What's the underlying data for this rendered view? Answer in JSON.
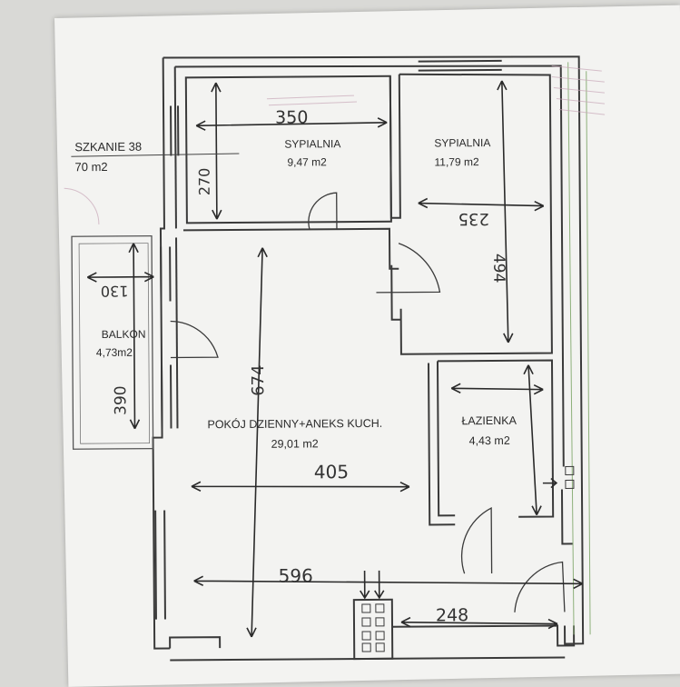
{
  "header": {
    "label_left": "SZKANIE 38",
    "label_area": "70 m2"
  },
  "rooms": {
    "bedroom1": {
      "name": "SYPIALNIA",
      "area": "9,47  m2",
      "dim_w": "350",
      "dim_h": "270"
    },
    "bedroom2": {
      "name": "SYPIALNIA",
      "area": "11,79  m2",
      "dim_w": "235",
      "dim_h": "494"
    },
    "balcony": {
      "name": "BALKON",
      "area": "4,73m2",
      "dim_w": "130",
      "dim_h": "390"
    },
    "living": {
      "name": "POKÓJ DZIENNY+ANEKS KUCH.",
      "area": "29,01  m2",
      "dim_w": "405",
      "dim_h": "674"
    },
    "bathroom": {
      "name": "ŁAZIENKA",
      "area": "4,43  m2"
    }
  },
  "overall": {
    "dim_total": "596",
    "dim_hall": "248"
  },
  "colors": {
    "wall": "#3a3a3a",
    "paper": "#f3f3f1",
    "ink": "#2a2a2a",
    "stamp": "#c7a7b8",
    "gridline": "#8db07a"
  }
}
